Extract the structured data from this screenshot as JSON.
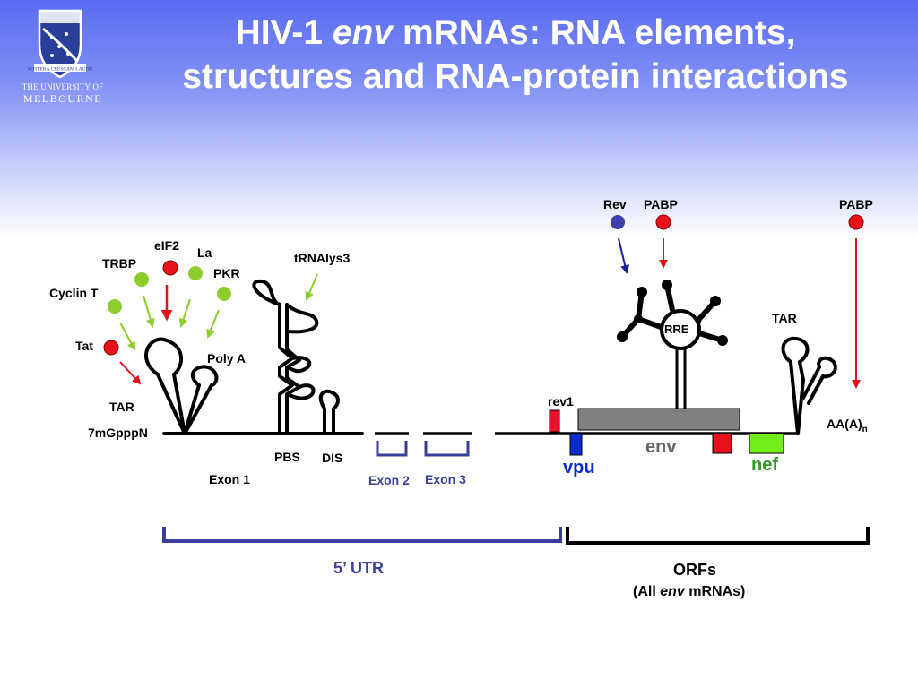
{
  "header": {
    "title_line1_pre": "HIV-1 ",
    "title_line1_italic": "env",
    "title_line1_post": " mRNAs: RNA elements,",
    "title_line2": "structures and RNA-protein interactions"
  },
  "logo": {
    "line1": "THE UNIVERSITY OF",
    "line2": "MELBOURNE",
    "motto": "POSTERA CRESCAM LAUDE"
  },
  "colors": {
    "red": "#e8101a",
    "green": "#8ccd2c",
    "navy": "#1a1f9a",
    "blue_rev": "#3d3faa",
    "bracket": "#3a3f9c",
    "env_box": "#808080",
    "vpu": "#0b2ccc",
    "nef": "#74ee18",
    "rev1": "#e8102a"
  },
  "labels": {
    "eif2": "eIF2",
    "la": "La",
    "trbp": "TRBP",
    "pkr": "PKR",
    "trna": "tRNAlys3",
    "cyclin_t": "Cyclin T",
    "tat": "Tat",
    "poly_a": "Poly A",
    "tar_left": "TAR",
    "cap": "7mGpppN",
    "pbs": "PBS",
    "dis": "DIS",
    "exon1": "Exon 1",
    "exon2": "Exon 2",
    "exon3": "Exon 3",
    "rev": "Rev",
    "pabp_mid": "PABP",
    "pabp_right": "PABP",
    "rre": "RRE",
    "tar_right": "TAR",
    "rev1": "rev1",
    "env": "env",
    "vpu": "vpu",
    "nef": "nef",
    "polya_tail": "AA(A)",
    "polya_sub": "n",
    "utr": "5’ UTR",
    "orfs": "ORFs",
    "all_pre": "(All ",
    "all_italic": "env",
    "all_post": " mRNAs)"
  }
}
